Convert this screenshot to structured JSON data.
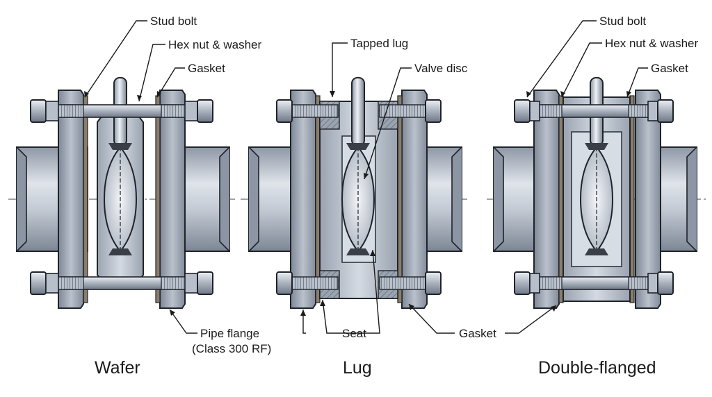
{
  "diagram": {
    "views": [
      {
        "id": "wafer",
        "title": "Wafer"
      },
      {
        "id": "lug",
        "title": "Lug"
      },
      {
        "id": "double",
        "title": "Double-flanged"
      }
    ],
    "labels": {
      "stud_bolt": "Stud bolt",
      "hex_nut_washer": "Hex nut & washer",
      "gasket": "Gasket",
      "tapped_lug": "Tapped lug",
      "valve_disc": "Valve disc",
      "pipe_flange_line1": "Pipe flange",
      "pipe_flange_line2": "(Class 300 RF)",
      "seat": "Seat",
      "gasket_bottom": "Gasket"
    },
    "colors": {
      "steel_light": "#c9d0da",
      "steel_mid": "#a3acb9",
      "steel_dark": "#6d7684",
      "outline": "#1f232a",
      "gasket": "#8a7d6a",
      "bore": "#e8ecf1"
    }
  }
}
